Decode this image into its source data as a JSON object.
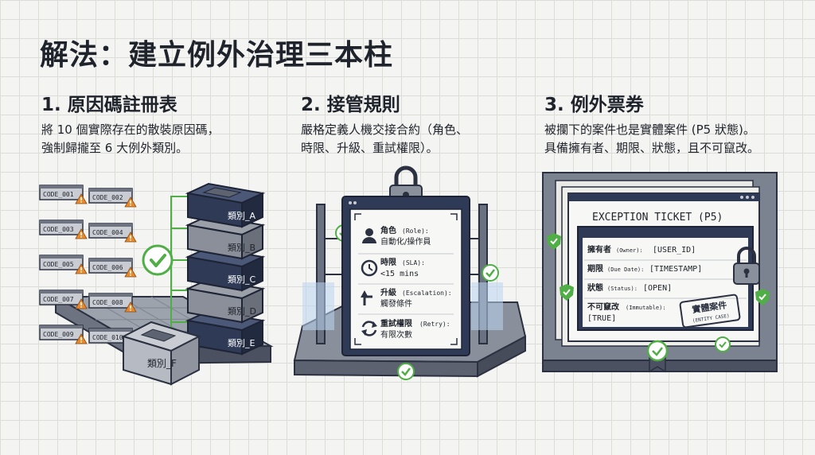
{
  "title": "解法：建立例外治理三本柱",
  "pillars": [
    {
      "heading": "1. 原因碼註冊表",
      "desc": [
        "將 10 個實際存在的散裝原因碼，",
        "強制歸攏至 6 大例外類別。"
      ],
      "codes": [
        "CODE_001",
        "CODE_002",
        "CODE_003",
        "CODE_004",
        "CODE_005",
        "CODE_006",
        "CODE_007",
        "CODE_008",
        "CODE_009",
        "CODE_010"
      ],
      "categories": [
        "類別_A",
        "類別_B",
        "類別_C",
        "類別_D",
        "類別_E",
        "類別_F"
      ]
    },
    {
      "heading": "2. 接管規則",
      "desc": [
        "嚴格定義人機交接合約（角色、",
        "時限、升級、重試權限）。"
      ],
      "rules": [
        {
          "icon": "person-icon",
          "label": "角色",
          "en": "(Role):",
          "value": "自動化/操作員"
        },
        {
          "icon": "clock-icon",
          "label": "時限",
          "en": "(SLA):",
          "value": "<15 mins"
        },
        {
          "icon": "arrow-up-icon",
          "label": "升級",
          "en": "(Escalation):",
          "value": "觸發條件"
        },
        {
          "icon": "retry-icon",
          "label": "重試權限",
          "en": "(Retry):",
          "value": "有限次數"
        }
      ]
    },
    {
      "heading": "3. 例外票券",
      "desc": [
        "被攔下的案件也是實體案件 (P5 狀態)。",
        "具備擁有者、期限、狀態，且不可竄改。"
      ],
      "ticket_title": "EXCEPTION TICKET (P5)",
      "fields": [
        {
          "label": "擁有者",
          "en": "(Owner):",
          "value": "[USER_ID]"
        },
        {
          "label": "期限",
          "en": "(Due Date):",
          "value": "[TIMESTAMP]"
        },
        {
          "label": "狀態",
          "en": "(Status):",
          "value": "[OPEN]"
        },
        {
          "label": "不可竄改",
          "en": "(Immutable):",
          "value": "[TRUE]"
        }
      ],
      "stamp_main": "實體案件",
      "stamp_sub": "(ENTITY CASE)"
    }
  ]
}
